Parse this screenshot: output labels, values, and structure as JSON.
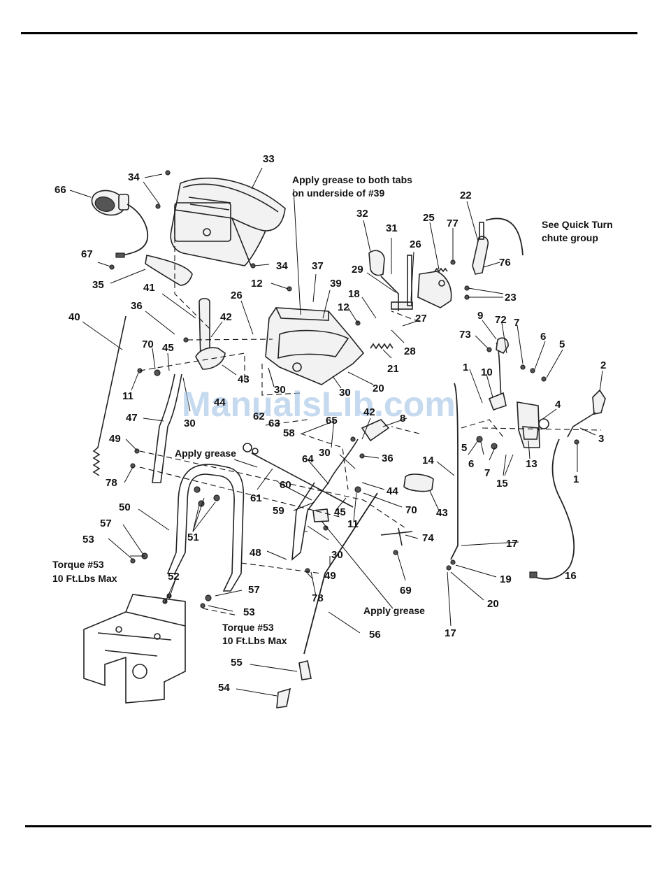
{
  "watermark": "ManualsLib.com",
  "notes": {
    "grease_tabs_line1": "Apply grease to both tabs",
    "grease_tabs_line2": "on underside of #39",
    "quick_turn_line1": "See Quick Turn",
    "quick_turn_line2": "chute group",
    "apply_grease_left": "Apply grease",
    "apply_grease_bottom": "Apply grease",
    "torque_left_line1": "Torque #53",
    "torque_left_line2": "10 Ft.Lbs Max",
    "torque_right_line1": "Torque #53",
    "torque_right_line2": "10 Ft.Lbs Max"
  },
  "callouts": [
    "33",
    "34",
    "66",
    "34",
    "67",
    "35",
    "37",
    "12",
    "39",
    "26",
    "12",
    "41",
    "36",
    "42",
    "40",
    "70",
    "45",
    "43",
    "11",
    "30",
    "44",
    "47",
    "30",
    "32",
    "31",
    "26",
    "29",
    "25",
    "18",
    "27",
    "28",
    "21",
    "20",
    "30",
    "22",
    "77",
    "76",
    "23",
    "9",
    "72",
    "7",
    "73",
    "6",
    "5",
    "2",
    "1",
    "10",
    "4",
    "3",
    "42",
    "8",
    "62",
    "63",
    "58",
    "65",
    "36",
    "64",
    "30",
    "44",
    "70",
    "45",
    "11",
    "43",
    "5",
    "6",
    "7",
    "15",
    "13",
    "1",
    "14",
    "49",
    "78",
    "50",
    "51",
    "61",
    "60",
    "59",
    "74",
    "48",
    "49",
    "30",
    "69",
    "78",
    "17",
    "19",
    "20",
    "16",
    "57",
    "53",
    "52",
    "57",
    "53",
    "56",
    "55",
    "54",
    "17"
  ]
}
